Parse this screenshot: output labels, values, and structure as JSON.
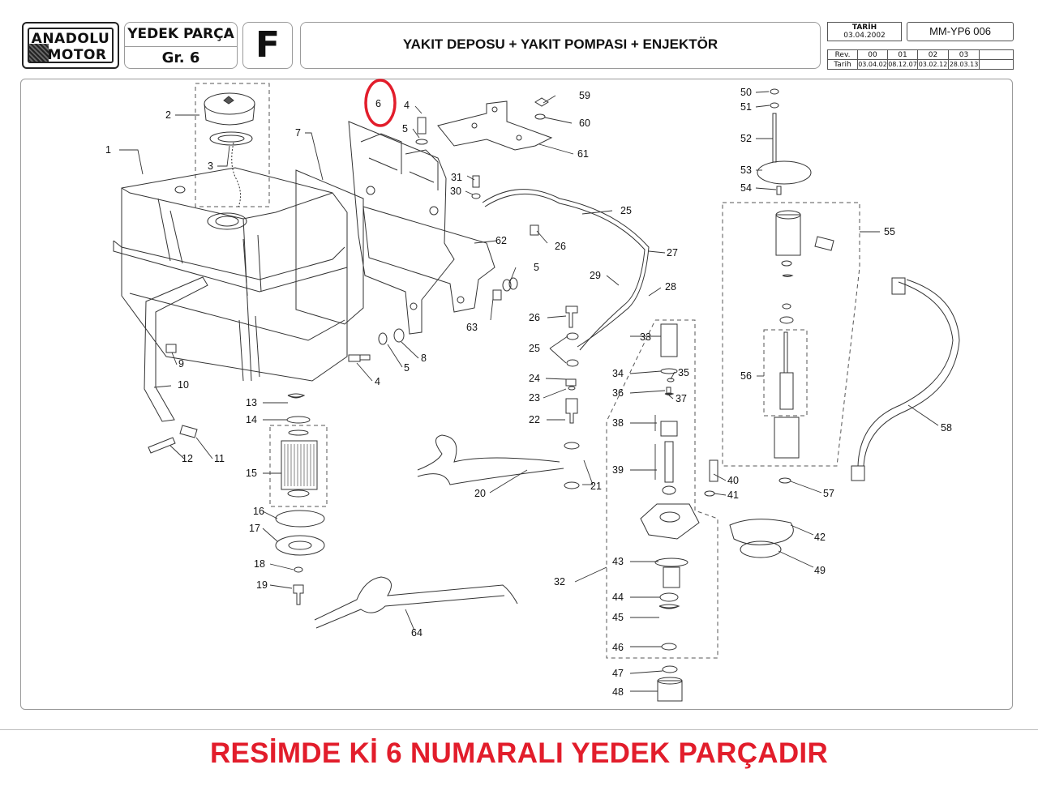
{
  "header": {
    "logo_line1": "ANADOLU",
    "logo_line2": "MOTOR",
    "group_line1": "YEDEK PARÇA",
    "group_line2": "Gr. 6",
    "section_letter": "F",
    "title": "YAKIT DEPOSU + YAKIT POMPASI + ENJEKTÖR",
    "date_label": "TARİH",
    "date_value": "03.04.2002",
    "doc_code": "MM-YP6 006",
    "rev_label": "Rev.",
    "rev_date_label": "Tarih",
    "revisions": [
      {
        "rev": "00",
        "date": "03.04.02"
      },
      {
        "rev": "01",
        "date": "08.12.07"
      },
      {
        "rev": "02",
        "date": "03.02.12"
      },
      {
        "rev": "03",
        "date": "28.03.13"
      }
    ]
  },
  "diagram": {
    "labels": [
      "1",
      "2",
      "3",
      "4",
      "5",
      "6",
      "7",
      "8",
      "9",
      "10",
      "11",
      "12",
      "13",
      "14",
      "15",
      "16",
      "17",
      "18",
      "19",
      "20",
      "21",
      "22",
      "23",
      "24",
      "25",
      "26",
      "27",
      "28",
      "29",
      "30",
      "31",
      "32",
      "33",
      "34",
      "35",
      "36",
      "37",
      "38",
      "39",
      "40",
      "41",
      "42",
      "43",
      "44",
      "45",
      "46",
      "47",
      "48",
      "49",
      "50",
      "51",
      "52",
      "53",
      "54",
      "55",
      "56",
      "57",
      "58",
      "59",
      "60",
      "61",
      "62",
      "63",
      "64"
    ],
    "labels_repeat": [
      "4",
      "5",
      "5",
      "25",
      "26"
    ],
    "highlight_label": "6",
    "highlight_color": "#e21d2b",
    "line_color": "#333333"
  },
  "caption": {
    "text": "RESİMDE Kİ 6 NUMARALI YEDEK PARÇADIR",
    "color": "#e21d2b"
  }
}
